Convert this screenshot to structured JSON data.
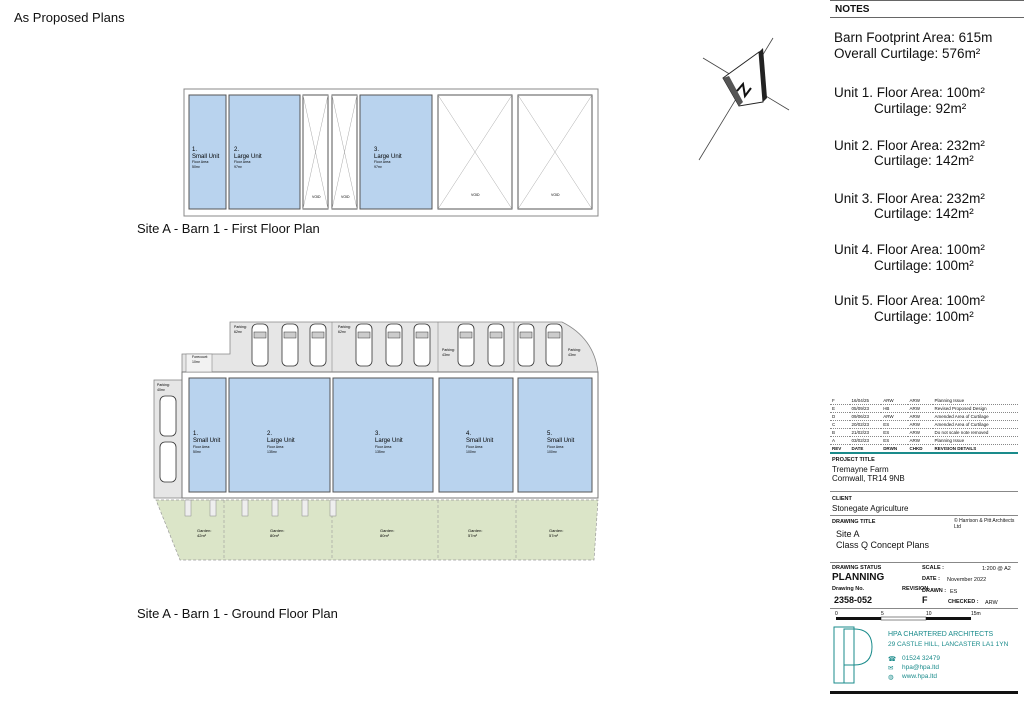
{
  "page_title": "As Proposed Plans",
  "first_floor": {
    "caption": "Site A - Barn 1 - First Floor Plan",
    "units": [
      {
        "num": "1.",
        "name": "Small Unit",
        "fa_label": "Floor Area:",
        "fa": "50m²"
      },
      {
        "num": "2.",
        "name": "Large Unit",
        "fa_label": "Floor Area:",
        "fa": "97m²"
      },
      {
        "num": "3.",
        "name": "Large Unit",
        "fa_label": "Floor Area:",
        "fa": "97m²"
      }
    ],
    "void_label": "VOID"
  },
  "ground_floor": {
    "caption": "Site A - Barn 1 - Ground Floor Plan",
    "units": [
      {
        "num": "1.",
        "name": "Small Unit",
        "fa_label": "Floor Area:",
        "fa": "50m²"
      },
      {
        "num": "2.",
        "name": "Large Unit",
        "fa_label": "Floor Area:",
        "fa": "135m²"
      },
      {
        "num": "3.",
        "name": "Large Unit",
        "fa_label": "Floor Area:",
        "fa": "135m²"
      },
      {
        "num": "4.",
        "name": "Small Unit",
        "fa_label": "Floor Area:",
        "fa": "100m²"
      },
      {
        "num": "5.",
        "name": "Small Unit",
        "fa_label": "Floor Area:",
        "fa": "100m²"
      }
    ],
    "gardens": [
      {
        "label": "Garden:",
        "area": "42m²"
      },
      {
        "label": "Garden:",
        "area": "80m²"
      },
      {
        "label": "Garden:",
        "area": "80m²"
      },
      {
        "label": "Garden:",
        "area": "57m²"
      },
      {
        "label": "Garden:",
        "area": "57m²"
      }
    ],
    "parking": [
      {
        "label": "Parking:",
        "area": "40m²"
      },
      {
        "label": "Parking:",
        "area": "62m²"
      },
      {
        "label": "Parking:",
        "area": "62m²"
      },
      {
        "label": "Parking:",
        "area": "43m²"
      },
      {
        "label": "Parking:",
        "area": "43m²"
      }
    ],
    "forecourt": {
      "label": "Forecourt:",
      "area": "10m²"
    }
  },
  "notes": {
    "heading": "NOTES",
    "footprint": "Barn Footprint Area: 615m",
    "curtilage": "Overall Curtilage: 576m²",
    "units": [
      {
        "floor": "Unit 1. Floor Area: 100m²",
        "curtilage": "Curtilage: 92m²"
      },
      {
        "floor": "Unit 2. Floor Area: 232m²",
        "curtilage": "Curtilage: 142m²"
      },
      {
        "floor": "Unit 3. Floor Area: 232m²",
        "curtilage": "Curtilage: 142m²"
      },
      {
        "floor": "Unit 4. Floor Area: 100m²",
        "curtilage": "Curtilage: 100m²"
      },
      {
        "floor": "Unit 5. Floor Area: 100m²",
        "curtilage": "Curtilage: 100m²"
      }
    ]
  },
  "revisions": {
    "rows": [
      {
        "rev": "F",
        "date": "16/04/25",
        "drwn": "ARW",
        "chkd": "ARW",
        "details": "Planning Issue"
      },
      {
        "rev": "E",
        "date": "05/09/23",
        "drwn": "HB",
        "chkd": "ARW",
        "details": "Revised Proposed Design"
      },
      {
        "rev": "D",
        "date": "09/06/23",
        "drwn": "ARW",
        "chkd": "ARW",
        "details": "Amended Area of Curtilage"
      },
      {
        "rev": "C",
        "date": "20/02/23",
        "drwn": "ES",
        "chkd": "ARW",
        "details": "Amended Area of Curtilage"
      },
      {
        "rev": "B",
        "date": "21/02/23",
        "drwn": "ES",
        "chkd": "ARW",
        "details": "Do not scale note removed"
      },
      {
        "rev": "A",
        "date": "03/02/23",
        "drwn": "ES",
        "chkd": "ARW",
        "details": "Planning Issue"
      }
    ],
    "header": {
      "rev": "REV",
      "date": "DATE",
      "drwn": "DRWN",
      "chkd": "CHKD",
      "details": "REVISION DETAILS"
    }
  },
  "title_block": {
    "project_label": "PROJECT TITLE",
    "project_line1": "Tremayne Farm",
    "project_line2": "Cornwall, TR14 9NB",
    "client_label": "CLIENT",
    "client": "Stonegate Agriculture",
    "drawing_title_label": "DRAWING TITLE",
    "copyright": "© Harrison & Pitt Architects Ltd",
    "drawing_title1": "Site A",
    "drawing_title2": "Class Q Concept Plans",
    "status_label": "DRAWING STATUS",
    "status": "PLANNING",
    "scale_label": "SCALE :",
    "scale": "1:200 @ A2",
    "date_label": "DATE :",
    "date": "November 2022",
    "drawn_label": "DRAWN :",
    "drawn": "ES",
    "checked_label": "CHECKED :",
    "checked": "ARW",
    "drawing_no_label": "Drawing No.",
    "drawing_no": "2358-052",
    "revision_label": "REVISION",
    "revision": "F",
    "scale_bar": [
      "0",
      "5",
      "10",
      "15m"
    ],
    "firm_name": "HPA CHARTERED ARCHITECTS",
    "firm_address": "29 CASTLE HILL, LANCASTER LA1 1YN",
    "phone": "01524 32479",
    "email": "hpa@hpa.ltd",
    "web": "www.hpa.ltd"
  },
  "colors": {
    "unit_fill": "#b9d3ee",
    "garden_fill": "#dbe5c8",
    "accent": "#1a8b8b",
    "line": "#555555"
  }
}
